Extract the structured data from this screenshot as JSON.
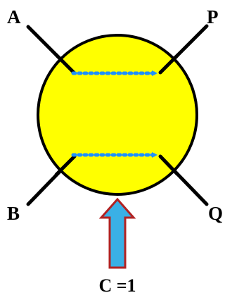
{
  "labels": {
    "input_a": "A",
    "input_b": "B",
    "output_p": "P",
    "output_q": "Q",
    "control": "C =1"
  },
  "colors": {
    "gate_fill": "#ffff00",
    "gate_stroke": "#000000",
    "wire": "#000000",
    "path_arrow": "#1e90ff",
    "control_arrow_fill": "#3ab0e6",
    "control_arrow_stroke": "#b22222"
  }
}
